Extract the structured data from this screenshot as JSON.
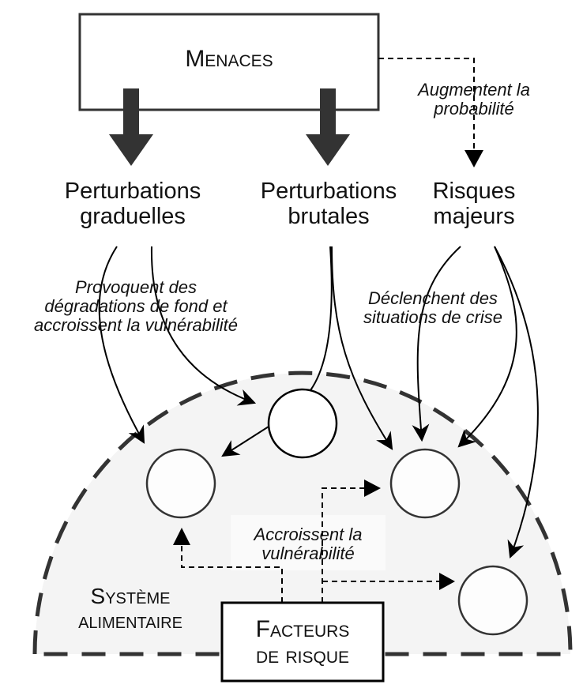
{
  "threats_box": {
    "label": "Menaces"
  },
  "nodes": {
    "gradual": {
      "line1": "Perturbations",
      "line2": "graduelles"
    },
    "sudden": {
      "line1": "Perturbations",
      "line2": "brutales"
    },
    "major_risks": {
      "line1": "Risques",
      "line2": "majeurs"
    }
  },
  "annotations": {
    "increase_probability": {
      "line1": "Augmentent la",
      "line2": "probabilité"
    },
    "degradation": {
      "line1": "Provoquent des",
      "line2": "dégradations de fond et",
      "line3": "accroissent la vulnérabilité"
    },
    "crisis": {
      "line1": "Déclenchent des",
      "line2": "situations de crise"
    },
    "vulnerability": {
      "line1": "Accroissent la",
      "line2": "vulnérabilité"
    }
  },
  "food_system": {
    "line1": "Système",
    "line2": "alimentaire"
  },
  "risk_factors_box": {
    "line1": "Facteurs",
    "line2": "de risque"
  },
  "colors": {
    "region_fill": "#f4f4f4",
    "stroke": "#333333",
    "arrow_fill": "#333333"
  }
}
